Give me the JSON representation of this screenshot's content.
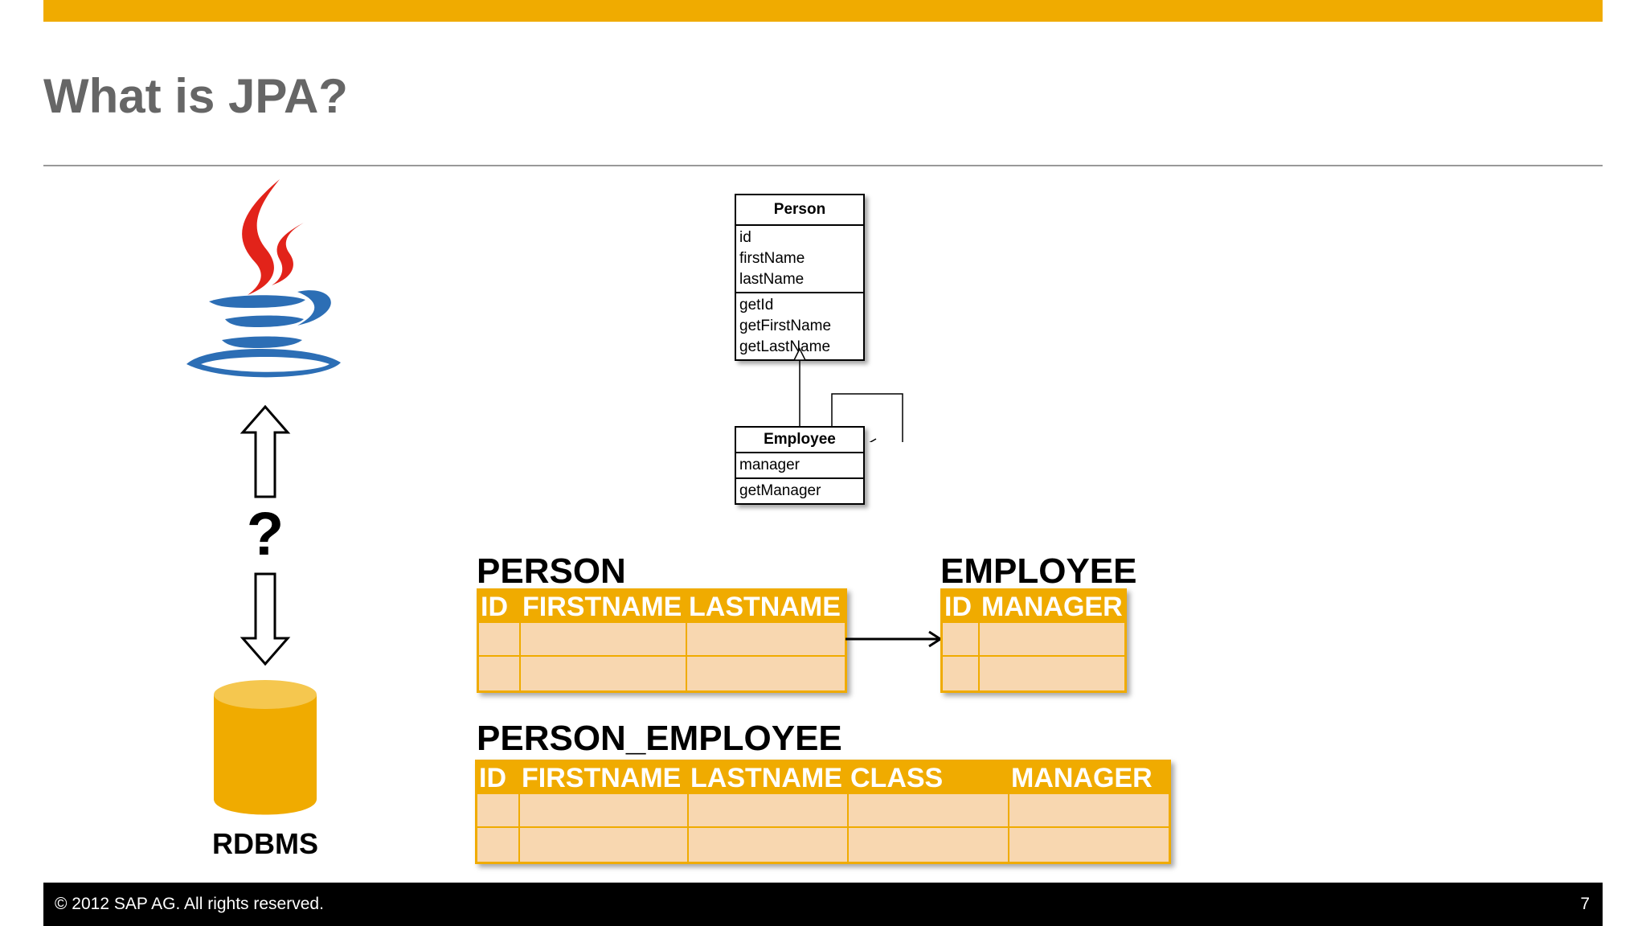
{
  "slide": {
    "title": "What is JPA?",
    "question_mark": "?",
    "rdbms_label": "RDBMS"
  },
  "uml": {
    "person": {
      "name": "Person",
      "attributes": [
        "id",
        "firstName",
        "lastName"
      ],
      "methods": [
        "getId",
        "getFirstName",
        "getLastName"
      ]
    },
    "employee": {
      "name": "Employee",
      "attributes": [
        "manager"
      ],
      "methods": [
        "getManager"
      ]
    }
  },
  "tables": {
    "person": {
      "name": "PERSON",
      "columns": [
        "ID",
        "FIRSTNAME",
        "LASTNAME"
      ],
      "empty_rows": 2
    },
    "employee": {
      "name": "EMPLOYEE",
      "columns": [
        "ID",
        "MANAGER"
      ],
      "empty_rows": 2
    },
    "person_employee": {
      "name": "PERSON_EMPLOYEE",
      "columns": [
        "ID",
        "FIRSTNAME",
        "LASTNAME",
        "CLASS",
        "MANAGER"
      ],
      "empty_rows": 2
    }
  },
  "colors": {
    "accent": "#f0ab00",
    "cell_fill": "#f8d7b0",
    "title_gray": "#666666",
    "java_red": "#e2231a",
    "java_blue": "#2c6eb5"
  },
  "icons": [
    "java-logo-icon",
    "arrow-up-icon",
    "arrow-down-icon",
    "database-icon"
  ],
  "footer": {
    "copyright": "© 2012 SAP AG. All rights reserved.",
    "page_number": "7"
  }
}
